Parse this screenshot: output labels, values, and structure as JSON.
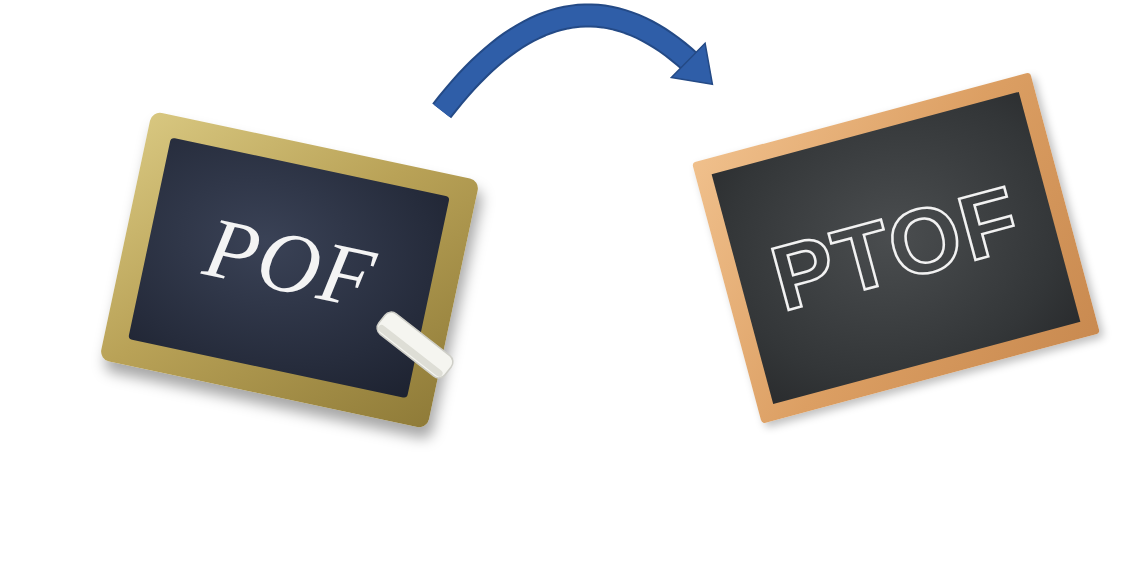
{
  "diagram": {
    "nodes": [
      {
        "text": [
          "POF"
        ]
      },
      {
        "text": [
          "PTOF"
        ]
      }
    ],
    "edges": [
      {
        "from": 0,
        "to": 1,
        "arrow": "to"
      }
    ]
  }
}
